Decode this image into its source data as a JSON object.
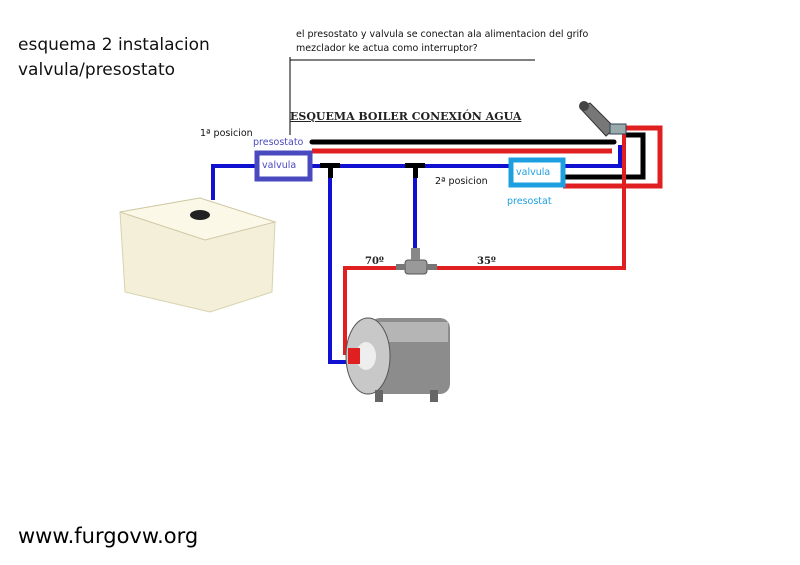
{
  "title_line1": "esquema 2 instalacion",
  "title_line2": "valvula/presostato",
  "question_line1": "el presostato y valvula se conectan ala alimentacion del grifo",
  "question_line2": "mezclador ke actua como interruptor?",
  "diagram_heading": "ESQUEMA BOILER CONEXIÓN AGUA",
  "position1_label": "1ª posicion",
  "position1_presostato": "presostato",
  "position1_valvula": "valvula",
  "position2_label": "2ª posicion",
  "position2_valvula": "valvula",
  "position2_presostat": "presostat",
  "temp_hot": "70º",
  "temp_mixed": "35º",
  "watermark": "www.furgovw.org",
  "colors": {
    "cold_pipe": "#1010d0",
    "hot_pipe": "#e02020",
    "wire": "#000000",
    "pos1_box": "#4a4ac0",
    "pos2_box": "#1ea0e0"
  }
}
